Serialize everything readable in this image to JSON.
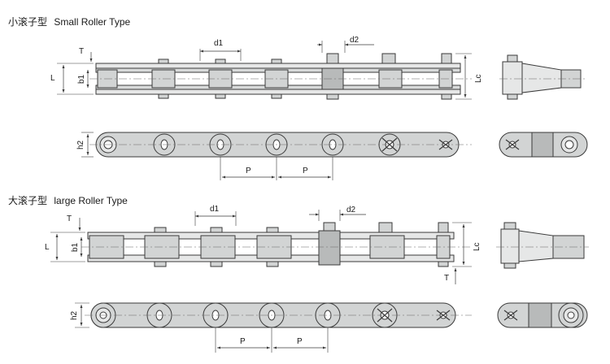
{
  "sections": [
    {
      "cn": "小滚子型",
      "en": "Small Roller Type"
    },
    {
      "cn": "大滚子型",
      "en": "large Roller Type"
    }
  ],
  "dimension_labels": {
    "d1": "d1",
    "d2": "d2",
    "T": "T",
    "L": "L",
    "b1": "b1",
    "Lc": "Lc",
    "h2": "h2",
    "P": "P"
  },
  "colors": {
    "line": "#3a3a3a",
    "fill": "#d2d4d4",
    "fill_dark": "#b8baba",
    "center": "#666666"
  }
}
